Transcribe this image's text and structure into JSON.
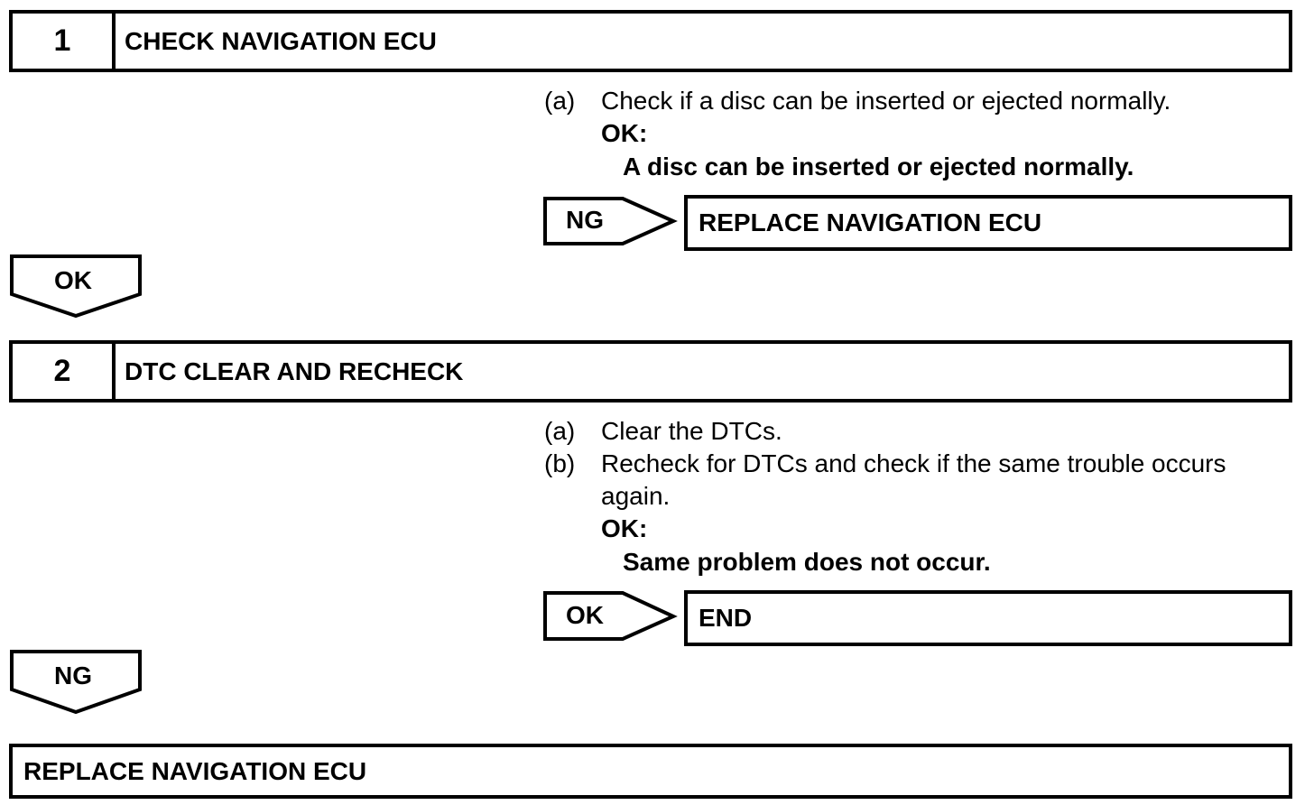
{
  "step1": {
    "number": "1",
    "title": "CHECK NAVIGATION ECU",
    "instructions": [
      {
        "marker": "(a)",
        "text": "Check if a disc can be inserted or ejected normally."
      }
    ],
    "ok_label": "OK:",
    "ok_criteria": "A disc can be inserted or ejected normally.",
    "branch": {
      "label": "NG",
      "result": "REPLACE NAVIGATION ECU"
    },
    "down_label": "OK"
  },
  "step2": {
    "number": "2",
    "title": "DTC CLEAR AND RECHECK",
    "instructions": [
      {
        "marker": "(a)",
        "text": "Clear the DTCs."
      },
      {
        "marker": "(b)",
        "text": "Recheck for DTCs and check if the same trouble occurs",
        "text2": "again."
      }
    ],
    "ok_label": "OK:",
    "ok_criteria": "Same problem does not occur.",
    "branch": {
      "label": "OK",
      "result": "END"
    },
    "down_label": "NG"
  },
  "final_result": "REPLACE NAVIGATION ECU",
  "colors": {
    "line": "#000000",
    "background": "#ffffff"
  }
}
